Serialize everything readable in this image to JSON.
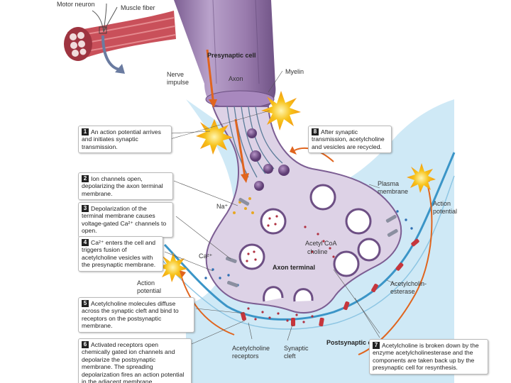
{
  "labels": {
    "motor_neuron": "Motor neuron",
    "muscle_fiber": "Muscle fiber",
    "presynaptic_cell": "Presynaptic cell",
    "nerve_impulse": "Nerve\nimpulse",
    "axon": "Axon",
    "myelin": "Myelin",
    "na": "Na⁺",
    "ca": "Ca²⁺",
    "plasma_membrane": "Plasma\nmembrane",
    "action_potential_right": "Action\npotential",
    "action_potential_left": "Action\npotential",
    "acetyl_coa": "Acetyl CoA",
    "choline": "choline",
    "axon_terminal": "Axon terminal",
    "acetylcholinesterase": "Acetylcholin-\nesterase",
    "postsynaptic_cell": "Postsynaptic cell",
    "acetylcholine_receptors": "Acetylcholine\nreceptors",
    "synaptic_cleft": "Synaptic\ncleft"
  },
  "steps": [
    {
      "num": "1",
      "text": "An action potential arrives and initiates synaptic transmission."
    },
    {
      "num": "2",
      "text": "Ion channels open, depolarizing the axon terminal membrane."
    },
    {
      "num": "3",
      "text": "Depolarization of the terminal membrane causes voltage-gated Ca²⁺ channels to open."
    },
    {
      "num": "4",
      "text": "Ca²⁺ enters the cell and triggers fusion of acetylcholine vesicles with the presynaptic membrane."
    },
    {
      "num": "5",
      "text": "Acetylcholine molecules diffuse across the synaptic cleft and bind to receptors on the postsynaptic membrane."
    },
    {
      "num": "6",
      "text": "Activated receptors open chemically gated ion channels and depolarize the postsynaptic membrane. The spreading depolarization fires an action potential in the adjacent membrane."
    },
    {
      "num": "7",
      "text": "Acetylcholine is broken down by the enzyme acetylcholinesterase and the components are taken back up by the presynaptic cell for resynthesis."
    },
    {
      "num": "8",
      "text": "After synaptic transmission, acetylcholine and vesicles are recycled."
    }
  ],
  "colors": {
    "axon_purple": "#9d7fb0",
    "terminal_fill": "#ddd2e6",
    "postsynaptic_blue": "#cfe9f6",
    "receptor_red": "#c6363c",
    "arrow_orange": "#e0651e",
    "flash_yellow": "#f7c21a"
  }
}
